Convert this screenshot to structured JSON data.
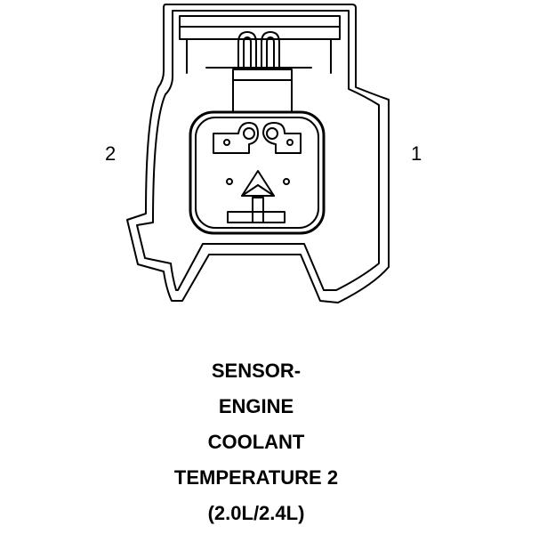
{
  "pins": {
    "left": "2",
    "right": "1"
  },
  "caption": {
    "lines": [
      "SENSOR-",
      "ENGINE",
      "COOLANT",
      "TEMPERATURE 2",
      "(2.0L/2.4L)"
    ]
  },
  "colors": {
    "stroke": "#000000",
    "background": "#ffffff"
  }
}
